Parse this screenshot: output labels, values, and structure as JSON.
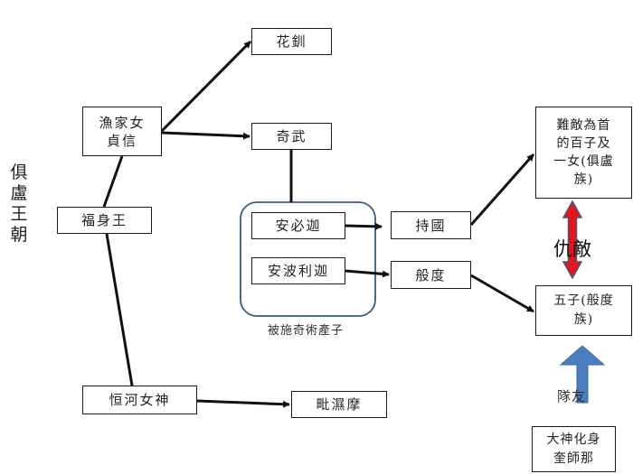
{
  "title_vertical": "俱盧王朝",
  "nodes": {
    "satyavati": "漁家女\n貞信",
    "shantanu": "福身王",
    "ganga": "恒河女神",
    "bhishma": "毗濕摩",
    "chitrangada": "花釧",
    "vichitravirya": "奇武",
    "ambika": "安必迦",
    "ambalika": "安波利迦",
    "dhritarashtra": "持國",
    "pandu": "般度",
    "kauravas": "難敵為首\n的百子及\n一女(俱盧\n族)",
    "pandavas": "五子(般度\n族)",
    "krishna": "大神化身\n奎師那"
  },
  "group_caption": "被施奇術產子",
  "relations": {
    "enemy_label": "仇敵",
    "ally_label": "隊友"
  },
  "colors": {
    "enemy_arrow": "#e8141c",
    "ally_arrow": "#4a7ebf",
    "group_border": "#3d5a80"
  }
}
